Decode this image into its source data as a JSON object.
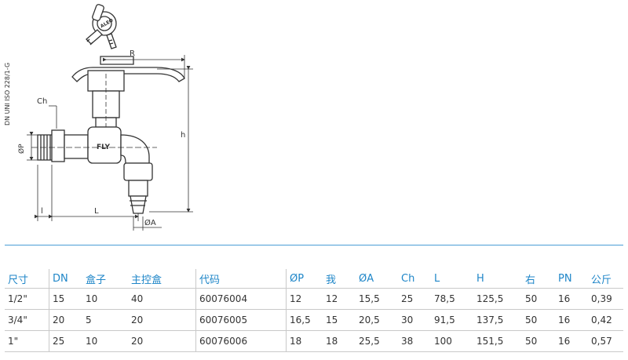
{
  "drawing": {
    "standard_text": "DN UNI ISO 228/1-G",
    "brand": "FLY",
    "key_text": "ALEO",
    "dims": {
      "R": "R",
      "h": "h",
      "ch": "Ch",
      "p": "ØP",
      "a": "ØA",
      "l_small": "l",
      "l_big": "L"
    }
  },
  "table": {
    "headers": [
      "尺寸",
      "DN",
      "盒子",
      "主控盒",
      "代码",
      "ØP",
      "我",
      "ØA",
      "Ch",
      "L",
      "H",
      "右",
      "PN",
      "公斤"
    ],
    "rows": [
      [
        "1/2\"",
        "15",
        "10",
        "40",
        "60076004",
        "12",
        "12",
        "15,5",
        "25",
        "78,5",
        "125,5",
        "50",
        "16",
        "0,39"
      ],
      [
        "3/4\"",
        "20",
        "5",
        "20",
        "60076005",
        "16,5",
        "15",
        "20,5",
        "30",
        "91,5",
        "137,5",
        "50",
        "16",
        "0,42"
      ],
      [
        "1\"",
        "25",
        "10",
        "20",
        "60076006",
        "18",
        "18",
        "25,5",
        "38",
        "100",
        "151,5",
        "50",
        "16",
        "0,57"
      ]
    ]
  }
}
